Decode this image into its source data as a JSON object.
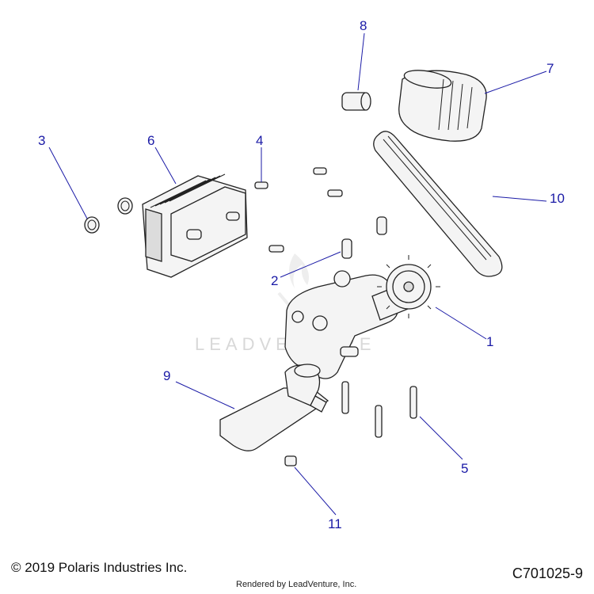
{
  "callouts": [
    "1",
    "2",
    "3",
    "4",
    "5",
    "6",
    "7",
    "8",
    "9",
    "10",
    "11"
  ],
  "watermark": "LEADVENTURE",
  "footer": {
    "copyright": "© 2019 Polaris Industries Inc.",
    "rendered_by": "Rendered by LeadVenture, Inc.",
    "diagram_id": "C701025-9"
  },
  "colors": {
    "callout": "#1a1aa6",
    "line": "#222222",
    "watermark": "#d8d8d8"
  }
}
